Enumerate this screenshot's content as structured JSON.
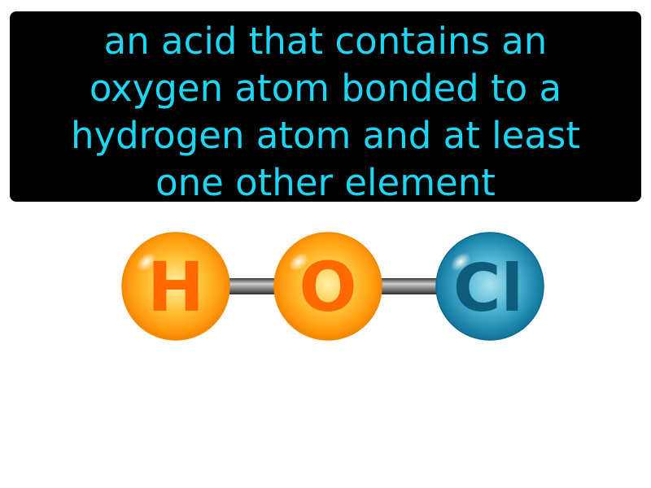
{
  "definition": {
    "lines": [
      "an acid that contains an",
      "oxygen atom bonded to a",
      "hydrogen atom and at least",
      "one other element"
    ],
    "text_color": "#1cd6f4",
    "background_color": "#000000"
  },
  "molecule": {
    "atoms": [
      {
        "symbol": "H",
        "color": "orange"
      },
      {
        "symbol": "O",
        "color": "orange"
      },
      {
        "symbol": "Cl",
        "color": "teal"
      }
    ],
    "bonds": [
      {
        "from": "H",
        "to": "O"
      },
      {
        "from": "O",
        "to": "Cl"
      }
    ]
  }
}
